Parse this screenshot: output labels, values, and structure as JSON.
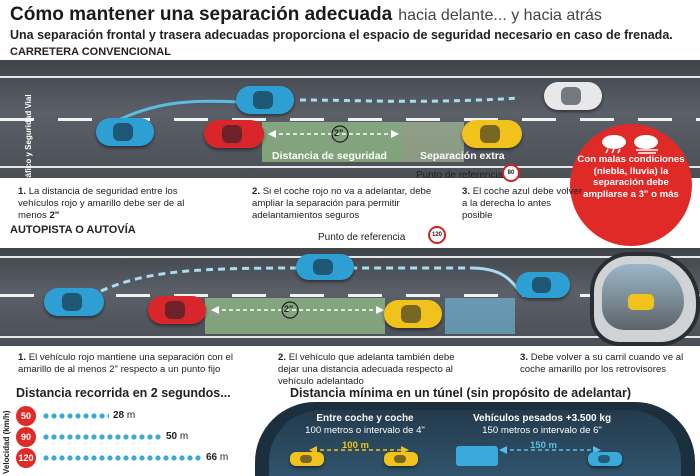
{
  "header": {
    "title": "Cómo mantener una separación adecuada",
    "title_light": "hacia delante... y  hacia atrás",
    "subtitle": "Una separación frontal y trasera adecuadas proporciona el espacio de seguridad necesario en caso de frenada."
  },
  "conventional": {
    "heading": "CARRETERA CONVENCIONAL",
    "credit": "©Tráfico y Seguridad Vial",
    "two_seconds": "2\"",
    "safety_distance": "Distancia de seguridad",
    "extra_separation": "Separación extra",
    "reference_point": "Punto de referencia",
    "warning": "Con malas condiciones (niebla, lluvia) la separación debe ampliarse a  3\" o más",
    "notes": [
      {
        "num": "1.",
        "text": "La distancia de seguridad entre los vehículos rojo y amarillo debe ser de al menos ",
        "strong": "2\""
      },
      {
        "num": "2.",
        "text": "Si el coche rojo no va a adelantar, debe ampliar la separación para permitir adelantamientos seguros",
        "strong": ""
      },
      {
        "num": "3.",
        "text": "El coche azul debe volver a la derecha lo antes posible",
        "strong": ""
      }
    ]
  },
  "highway": {
    "heading": "AUTOPISTA O AUTOVÍA",
    "reference_point": "Punto de referencia",
    "two_seconds": "2\"",
    "notes": [
      {
        "num": "1.",
        "text": "El vehículo rojo mantiene una separación con el amarillo de al menos 2\" respecto a un punto fijo"
      },
      {
        "num": "2.",
        "text": "El vehículo que adelanta también debe dejar una distancia adecuada respecto al vehículo adelantado"
      },
      {
        "num": "3.",
        "text": "Debe volver a su carril cuando ve al coche amarillo por los retrovisores"
      }
    ]
  },
  "distance_2s": {
    "heading": "Distancia recorrida en 2 segundos...",
    "axis_label": "Velocidad (km/h)",
    "rows": [
      {
        "speed": "50",
        "distance": "28",
        "unit": "m",
        "fraction": 0.42
      },
      {
        "speed": "90",
        "distance": "50",
        "unit": "m",
        "fraction": 0.75
      },
      {
        "speed": "120",
        "distance": "66",
        "unit": "m",
        "fraction": 1.0
      }
    ]
  },
  "tunnel": {
    "heading": "Distancia mínima en un túnel (sin propósito de adelantar)",
    "cars_title": "Entre coche y coche",
    "cars_text": "100 metros o intervalo de 4\"",
    "cars_distance": "100 m",
    "trucks_title": "Vehículos pesados +3.500 kg",
    "trucks_text": "150 metros o intervalo de 6\"",
    "trucks_distance": "150 m"
  },
  "colors": {
    "red_car": "#d9262a",
    "yellow_car": "#f1c21b",
    "blue_car": "#2e9fd3",
    "white_car": "#e8e8e8",
    "accent_red": "#df2a28"
  }
}
